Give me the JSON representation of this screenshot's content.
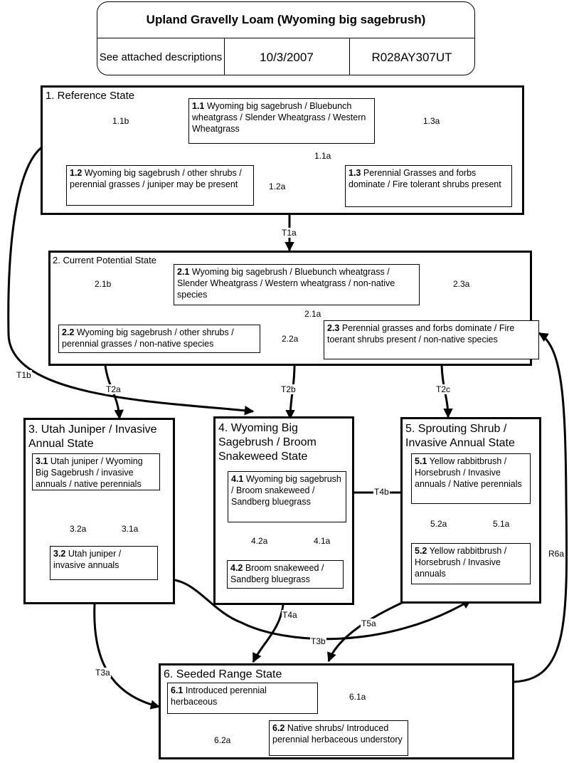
{
  "header": {
    "title": "Upland Gravelly Loam (Wyoming big sagebrush)",
    "cell1": "See attached descriptions",
    "date": "10/3/2007",
    "code": "R028AY307UT"
  },
  "states": {
    "s1": {
      "label": "1. Reference State"
    },
    "s2": {
      "label": "2. Current Potential State"
    },
    "s3": {
      "label": "3. Utah Juniper / Invasive Annual State"
    },
    "s4": {
      "label": "4. Wyoming Big Sagebrush / Broom Snakeweed State"
    },
    "s5": {
      "label": "5. Sprouting Shrub / Invasive Annual State"
    },
    "s6": {
      "label": "6. Seeded Range State"
    }
  },
  "communities": {
    "c11": {
      "num": "1.1",
      "text": " Wyoming big sagebrush / Bluebunch wheatgrass / Slender Wheatgrass / Western Wheatgrass"
    },
    "c12": {
      "num": "1.2",
      "text": " Wyoming big sagebrush / other shrubs / perennial grasses / juniper may be present"
    },
    "c13": {
      "num": "1.3",
      "text": " Perennial Grasses and forbs dominate / Fire tolerant shrubs present"
    },
    "c21": {
      "num": "2.1",
      "text": "  Wyoming big sagebrush / Bluebunch wheatgrass / Slender Wheatgrass / Western wheatgrass / non-native species"
    },
    "c22": {
      "num": "2.2",
      "text": " Wyoming big sagebrush / other shrubs / perennial grasses / non-native species"
    },
    "c23": {
      "num": "2.3",
      "text": "  Perennial grasses and forbs dominate / Fire toerant shrubs present / non-native species"
    },
    "c31": {
      "num": "3.1",
      "text": " Utah juniper / Wyoming Big Sagebrush / invasive annuals / native perennials"
    },
    "c32": {
      "num": "3.2",
      "text": " Utah juniper / invasive annuals"
    },
    "c41": {
      "num": "4.1",
      "text": " Wyoming big sagebrush / Broom snakeweed / Sandberg bluegrass"
    },
    "c42": {
      "num": "4.2",
      "text": " Broom snakeweed / Sandberg bluegrass"
    },
    "c51": {
      "num": "5.1",
      "text": " Yellow rabbitbrush / Horsebrush / Invasive annuals / Native perennials"
    },
    "c52": {
      "num": "5.2",
      "text": " Yellow rabbitbrush / Horsebrush / Invasive annuals"
    },
    "c61": {
      "num": "6.1",
      "text": " Introduced perennial herbaceous"
    },
    "c62": {
      "num": "6.2",
      "text": " Native shrubs/ Introduced perennial herbaceous understory"
    }
  },
  "edges": {
    "e11b": "1.1b",
    "e11a": "1.1a",
    "e12a": "1.2a",
    "e13a": "1.3a",
    "t1a": "T1a",
    "t1b": "T1b",
    "e21b": "2.1b",
    "e21a": "2.1a",
    "e22a": "2.2a",
    "e23a": "2.3a",
    "t2a": "T2a",
    "t2b": "T2b",
    "t2c": "T2c",
    "e32a": "3.2a",
    "e31a": "3.1a",
    "e42a": "4.2a",
    "e41a": "4.1a",
    "e52a": "5.2a",
    "e51a": "5.1a",
    "t4b": "T4b",
    "t4a": "T4a",
    "t3b": "T3b",
    "t5a": "T5a",
    "t3a": "T3a",
    "r6a": "R6a",
    "e61a": "6.1a",
    "e62a": "6.2a"
  }
}
